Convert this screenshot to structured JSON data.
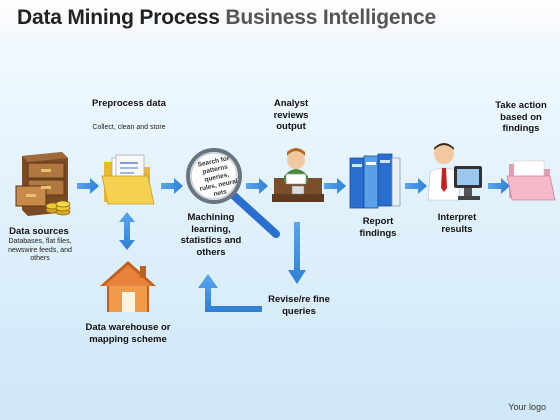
{
  "title": {
    "bold": "Data Mining Process",
    "light": "Business Intelligence"
  },
  "nodes": {
    "data_sources": {
      "label": "Data sources",
      "sub": "Databases, flat files, newswire feeds, and others"
    },
    "preprocess": {
      "label": "Preprocess data",
      "sub": "Collect, clean and store"
    },
    "warehouse": {
      "label": "Data warehouse or mapping scheme"
    },
    "machining": {
      "label": "Machining learning, statistics and others",
      "lens_text": "Search for patterns queries, rules, neural nets"
    },
    "analyst": {
      "label": "Analyst reviews output"
    },
    "revise": {
      "label": "Revise/re fine queries"
    },
    "report": {
      "label": "Report findings"
    },
    "interpret": {
      "label": "Interpret results"
    },
    "action": {
      "label": "Take action based on findings"
    }
  },
  "footer": {
    "logo": "Your logo"
  },
  "colors": {
    "arrow": "#2e7fd6",
    "folder_pink": "#f5b9c9",
    "house_orange": "#e8823a"
  }
}
